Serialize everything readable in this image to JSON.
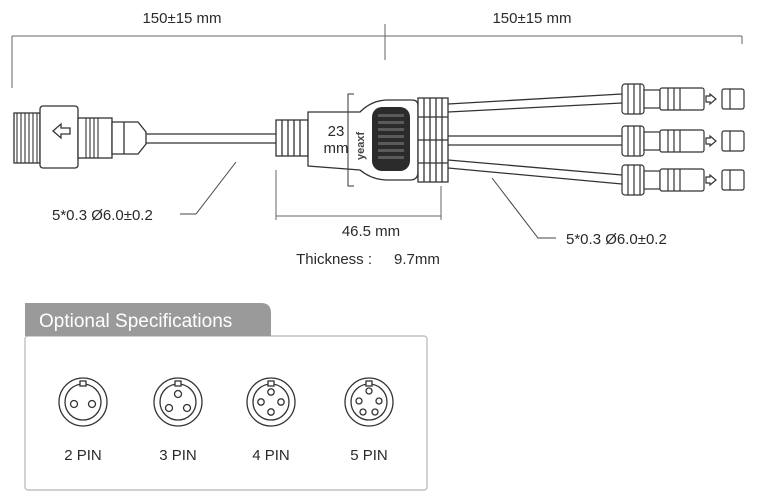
{
  "dimensions": {
    "left_length": "150±15 mm",
    "right_length": "150±15 mm",
    "hub_height_value": "23",
    "hub_height_unit": "mm",
    "hub_width": "46.5 mm",
    "thickness_label": "Thickness :",
    "thickness_value": "9.7mm",
    "left_cable_spec": "5*0.3   Ø6.0±0.2",
    "right_cable_spec": "5*0.3   Ø6.0±0.2"
  },
  "hub": {
    "brand": "yeaxf"
  },
  "options": {
    "title": "Optional Specifications",
    "pins": [
      {
        "label": "2 PIN",
        "count": 2
      },
      {
        "label": "3 PIN",
        "count": 3
      },
      {
        "label": "4 PIN",
        "count": 4
      },
      {
        "label": "5 PIN",
        "count": 5
      }
    ]
  },
  "colors": {
    "line": "#333333",
    "panel_tab": "#9a9a9a",
    "panel_border": "#b5b5b5",
    "hub_window": "#2b2b2b"
  }
}
